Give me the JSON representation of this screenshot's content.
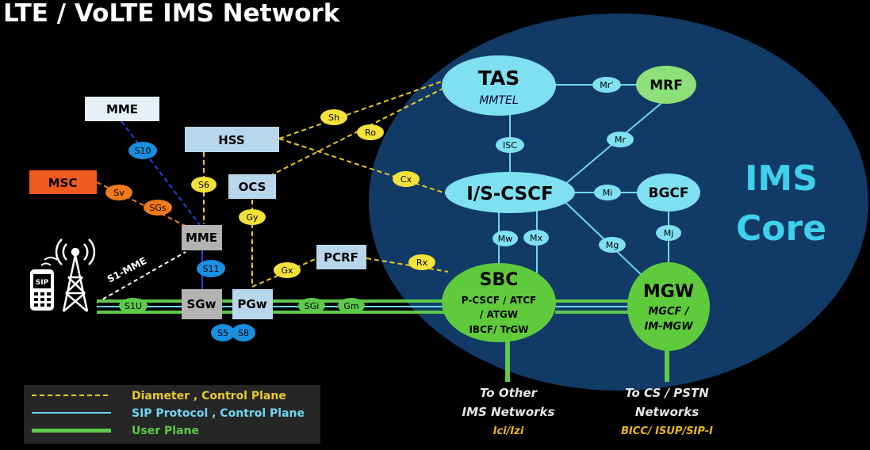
{
  "title": "LTE / VoLTE IMS Network",
  "colors": {
    "diameter": "#e8c829",
    "sip": "#6fd6ee",
    "user_plane": "#5ec94a",
    "ims_core_fill": "#113a66",
    "node_cyan": "#7fe0f2",
    "node_green": "#8ee07a",
    "sbc_green": "#5fcb3c",
    "box_blue": "#b9d7ec",
    "box_gray": "#b3b3b3",
    "msc_orange": "#ef5a1e",
    "tag_blue": "#1a8fe0",
    "tag_yellow": "#f4e13a",
    "tag_orange": "#f0791e"
  },
  "ims_core": {
    "line1": "IMS",
    "line2": "Core"
  },
  "nodes": {
    "tas": {
      "label": "TAS",
      "sub": "MMTEL"
    },
    "mrf": {
      "label": "MRF"
    },
    "cscf": {
      "label": "I/S-CSCF"
    },
    "bgcf": {
      "label": "BGCF"
    },
    "sbc": {
      "label": "SBC",
      "sub1": "P-CSCF / ATCF",
      "sub2": "/ ATGW",
      "sub3": "IBCF/ TrGW"
    },
    "mgw": {
      "label": "MGW",
      "sub1": "MGCF /",
      "sub2": "IM-MGW"
    },
    "mme_top": {
      "label": "MME"
    },
    "hss": {
      "label": "HSS"
    },
    "msc": {
      "label": "MSC"
    },
    "ocs": {
      "label": "OCS"
    },
    "mme_mid": {
      "label": "MME"
    },
    "pcrf": {
      "label": "PCRF"
    },
    "sgw": {
      "label": "SGw"
    },
    "pgw": {
      "label": "PGw"
    },
    "sip_phone": {
      "label": "SIP"
    }
  },
  "interfaces": {
    "mr_prime": "Mr’",
    "isc": "ISC",
    "mr": "Mr",
    "mi": "Mi",
    "mg": "Mg",
    "mj": "Mj",
    "mw": "Mw",
    "mx": "Mx",
    "sh": "Sh",
    "ro": "Ro",
    "cx": "Cx",
    "rx": "Rx",
    "gx": "Gx",
    "gy": "Gy",
    "s6": "S6",
    "s10": "S10",
    "sv": "Sv",
    "sgs": "SGs",
    "s11": "S11",
    "s5": "S5",
    "s8": "S8",
    "s1u": "S1U",
    "sgi": "SGi",
    "gm": "Gm",
    "s1mme": "S1-MME"
  },
  "destinations": {
    "other_ims": {
      "line1": "To Other",
      "line2": "IMS Networks",
      "sub": "Ici/Izi"
    },
    "cs_pstn": {
      "line1": "To CS / PSTN",
      "line2": "Networks",
      "sub": "BICC/ ISUP/SIP-I"
    }
  },
  "legend": {
    "diameter": "Diameter , Control Plane",
    "sip": "SIP Protocol , Control Plane",
    "user_plane": "User Plane"
  }
}
